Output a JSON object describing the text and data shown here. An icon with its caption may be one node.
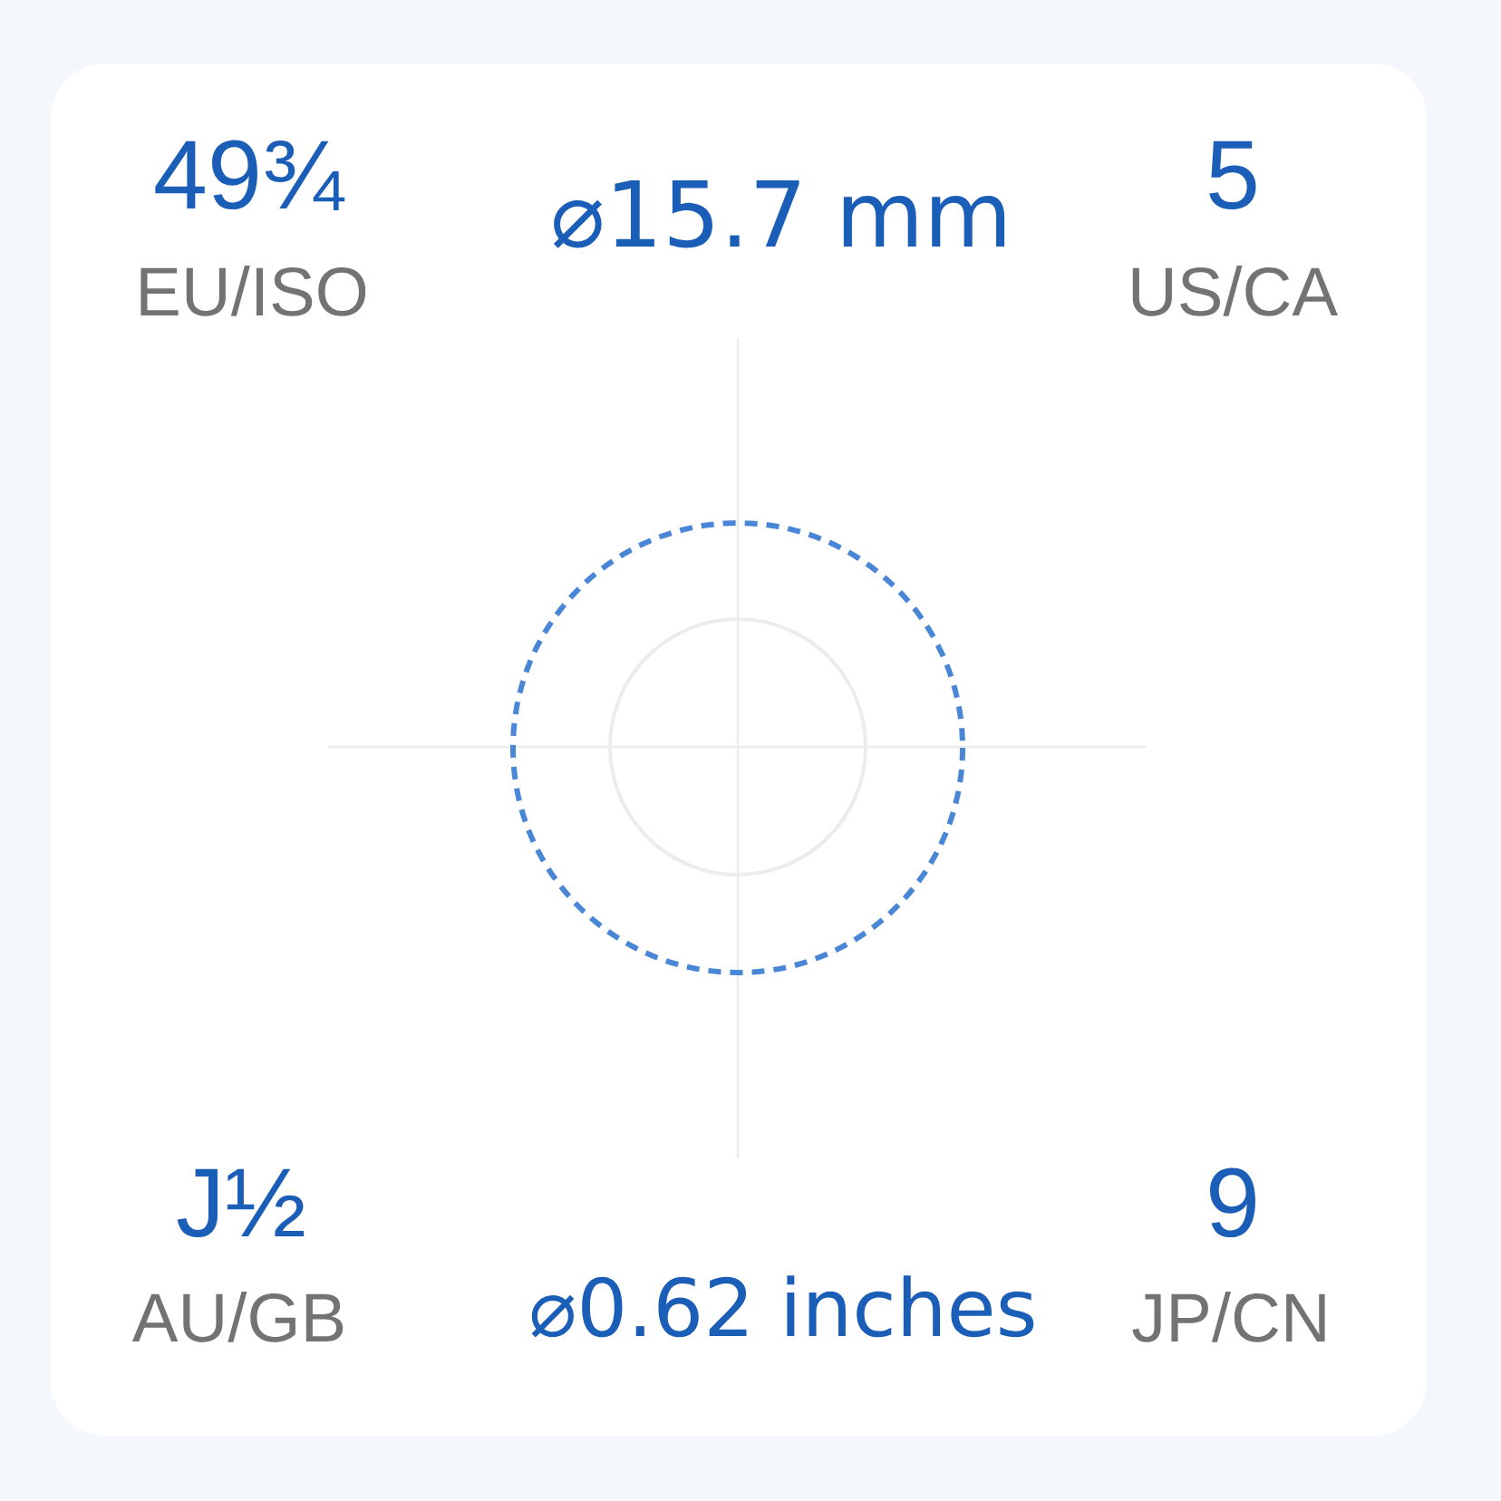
{
  "diagram": {
    "labels": [
      "49¾",
      "EU/ISO",
      "⌀15.7 mm",
      "5",
      "US/CA",
      "J½",
      "AU/GB",
      "⌀0.62 inches",
      "9",
      "JP/CN"
    ]
  }
}
